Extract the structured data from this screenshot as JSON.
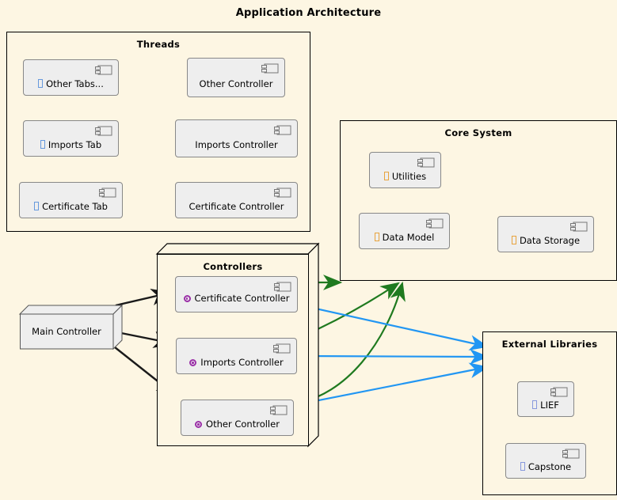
{
  "title": "Application Architecture",
  "colors": {
    "background": "#fdf6e3",
    "component_fill": "#eeeeee",
    "component_border": "#888888",
    "group_border": "#000000",
    "arrow_black": "#1a1a1a",
    "arrow_green": "#1f7a1f",
    "arrow_blue": "#2196f3",
    "glyph_blue": "#6699dd",
    "glyph_orange": "#e8a33d",
    "glyph_violet": "#8899dd",
    "ring_purple": "#9b30a8"
  },
  "groups": {
    "threads": {
      "label": "Threads"
    },
    "core_system": {
      "label": "Core System"
    },
    "controllers": {
      "label": "Controllers"
    },
    "external_libraries": {
      "label": "External Libraries"
    }
  },
  "nodes": {
    "main_controller": {
      "label": "Main Controller"
    }
  },
  "components": {
    "other_tabs": {
      "label": "Other Tabs...",
      "icon": "component-icon",
      "glyph": "blue-box-glyph"
    },
    "other_controller_thread": {
      "label": "Other Controller",
      "icon": "component-icon",
      "glyph": "none"
    },
    "imports_tab": {
      "label": "Imports Tab",
      "icon": "component-icon",
      "glyph": "blue-box-glyph"
    },
    "imports_controller_thread": {
      "label": "Imports Controller",
      "icon": "component-icon",
      "glyph": "none"
    },
    "certificate_tab": {
      "label": "Certificate Tab",
      "icon": "component-icon",
      "glyph": "blue-box-glyph"
    },
    "certificate_controller_thread": {
      "label": "Certificate Controller",
      "icon": "component-icon",
      "glyph": "none"
    },
    "utilities": {
      "label": "Utilities",
      "icon": "component-icon",
      "glyph": "orange-box-glyph"
    },
    "data_model": {
      "label": "Data Model",
      "icon": "component-icon",
      "glyph": "orange-box-glyph"
    },
    "data_storage": {
      "label": "Data Storage",
      "icon": "component-icon",
      "glyph": "orange-box-glyph"
    },
    "certificate_controller": {
      "label": "Certificate Controller",
      "icon": "component-icon",
      "glyph": "purple-ring-glyph"
    },
    "imports_controller": {
      "label": "Imports Controller",
      "icon": "component-icon",
      "glyph": "purple-ring-glyph"
    },
    "other_controller": {
      "label": "Other Controller",
      "icon": "component-icon",
      "glyph": "purple-ring-glyph"
    },
    "lief": {
      "label": "LIEF",
      "icon": "component-icon",
      "glyph": "violet-box-glyph"
    },
    "capstone": {
      "label": "Capstone",
      "icon": "component-icon",
      "glyph": "violet-box-glyph"
    }
  },
  "connections": [
    {
      "from": "other_tabs",
      "to": "other_controller_thread",
      "color": "black"
    },
    {
      "from": "imports_tab",
      "to": "imports_controller_thread",
      "color": "black"
    },
    {
      "from": "certificate_tab",
      "to": "certificate_controller_thread",
      "color": "black"
    },
    {
      "from": "data_model",
      "to": "data_storage",
      "color": "black"
    },
    {
      "from": "main_controller",
      "to": "certificate_controller",
      "color": "black"
    },
    {
      "from": "main_controller",
      "to": "imports_controller",
      "color": "black"
    },
    {
      "from": "main_controller",
      "to": "other_controller",
      "color": "black"
    },
    {
      "from": "certificate_controller",
      "to": "core_system",
      "color": "green"
    },
    {
      "from": "imports_controller",
      "to": "core_system",
      "color": "green"
    },
    {
      "from": "other_controller",
      "to": "core_system",
      "color": "green"
    },
    {
      "from": "certificate_controller",
      "to": "external_libraries",
      "color": "blue"
    },
    {
      "from": "imports_controller",
      "to": "external_libraries",
      "color": "blue"
    },
    {
      "from": "other_controller",
      "to": "external_libraries",
      "color": "blue"
    }
  ]
}
